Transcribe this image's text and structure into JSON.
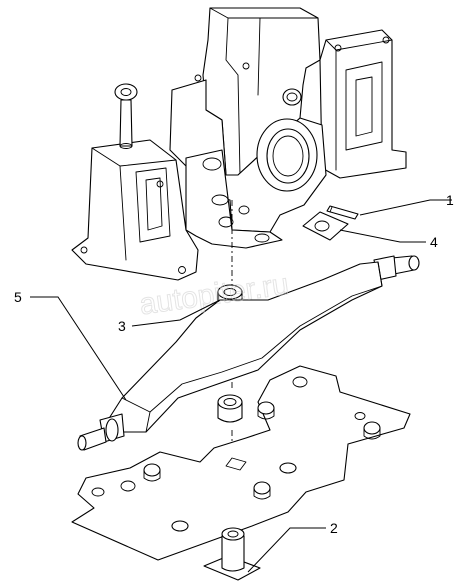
{
  "callouts": [
    {
      "id": "1",
      "label": "1"
    },
    {
      "id": "2",
      "label": "2"
    },
    {
      "id": "3",
      "label": "3"
    },
    {
      "id": "4",
      "label": "4"
    },
    {
      "id": "5",
      "label": "5"
    }
  ],
  "watermark": {
    "text": "autopiter.ru"
  },
  "colors": {
    "line": "#000000",
    "background": "#ffffff",
    "watermark": "#cfcfcf"
  }
}
